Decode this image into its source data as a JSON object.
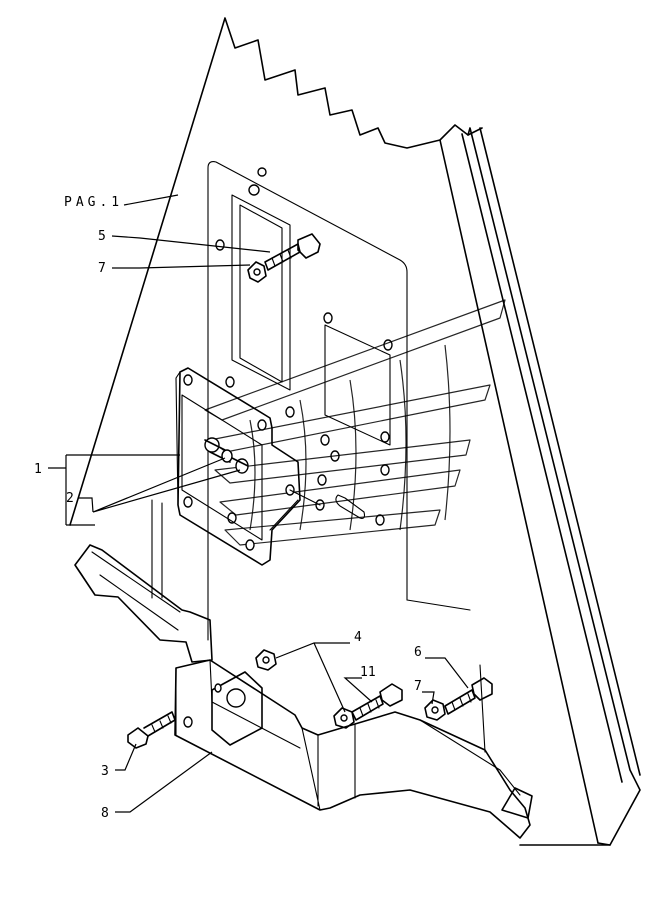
{
  "diagram": {
    "page_reference": "PAG.1",
    "callouts": [
      {
        "id": "callout-5",
        "label": "5"
      },
      {
        "id": "callout-7-top",
        "label": "7"
      },
      {
        "id": "callout-1",
        "label": "1"
      },
      {
        "id": "callout-2",
        "label": "2"
      },
      {
        "id": "callout-4",
        "label": "4"
      },
      {
        "id": "callout-11",
        "label": "11"
      },
      {
        "id": "callout-6",
        "label": "6"
      },
      {
        "id": "callout-7-right",
        "label": "7"
      },
      {
        "id": "callout-3",
        "label": "3"
      },
      {
        "id": "callout-8",
        "label": "8"
      }
    ]
  }
}
